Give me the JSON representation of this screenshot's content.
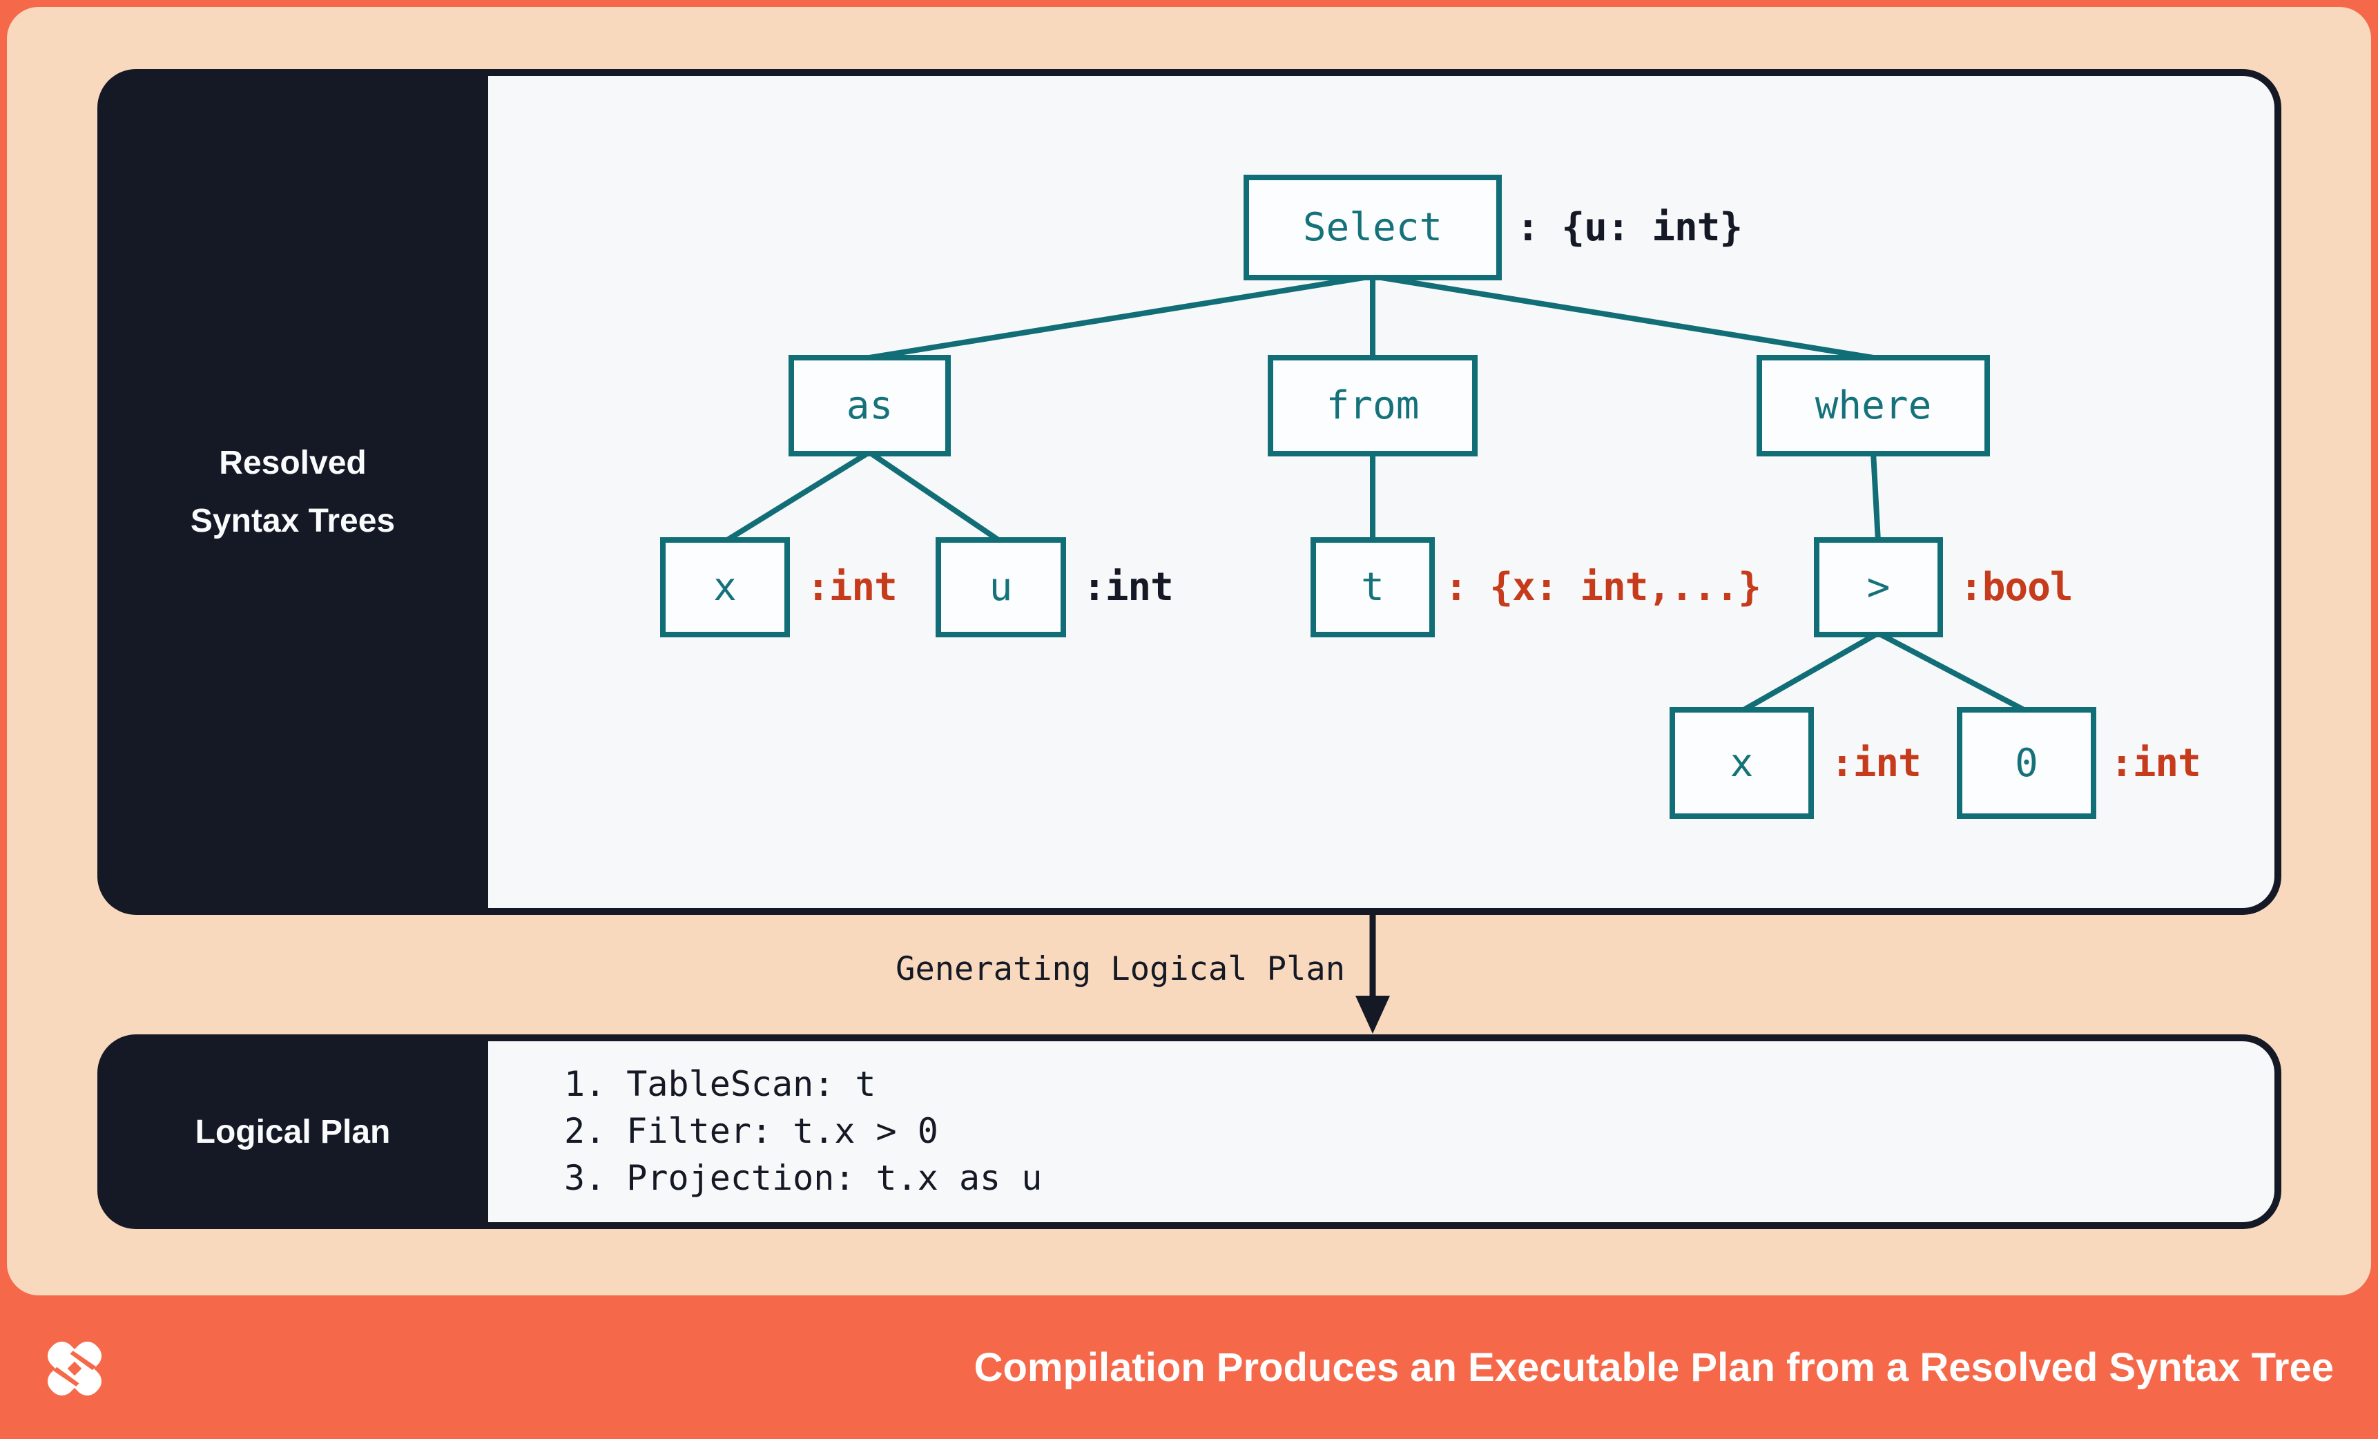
{
  "colors": {
    "coral": "#F5694A",
    "peach": "#F8D9BE",
    "navy": "#141925",
    "panel_white": "#F7F8F9",
    "teal": "#116E76",
    "red_annotation": "#C63B1B"
  },
  "resolved_panel": {
    "label": "Resolved Syntax Trees",
    "nodes": {
      "select": "Select",
      "as": "as",
      "from": "from",
      "where": "where",
      "x1": "x",
      "u": "u",
      "t": "t",
      "gt": ">",
      "x2": "x",
      "zero": "0"
    },
    "annotations": {
      "select": ": {u: int}",
      "x1": ":int",
      "u": ":int",
      "t": ": {x: int,...}",
      "gt": ":bool",
      "x2": ":int",
      "zero": ":int"
    }
  },
  "transition": {
    "label": "Generating Logical Plan"
  },
  "logical_panel": {
    "label": "Logical Plan",
    "steps": [
      "1. TableScan: t",
      "2. Filter: t.x > 0",
      "3. Projection: t.x as u"
    ]
  },
  "footer": {
    "title": "Compilation Produces an Executable Plan from a Resolved Syntax Tree",
    "logo": "x-pinwheel-logo"
  }
}
